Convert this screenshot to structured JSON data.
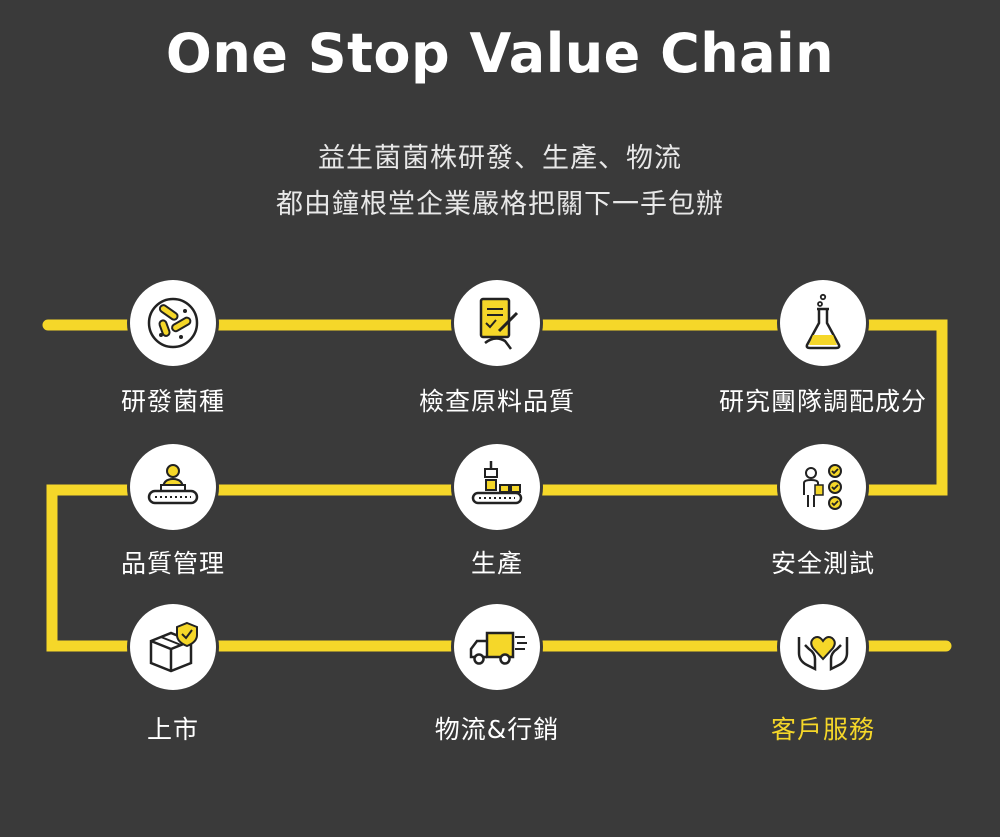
{
  "header": {
    "title": "One Stop Value Chain",
    "subtitle_line1": "益生菌菌株研發、生產、物流",
    "subtitle_line2": "都由鐘根堂企業嚴格把關下一手包辦"
  },
  "colors": {
    "background": "#3a3a3a",
    "accent": "#f5d729",
    "node_fill": "#ffffff",
    "text": "#ffffff"
  },
  "steps": [
    {
      "label": "研發菌種",
      "icon": "bacteria-icon"
    },
    {
      "label": "檢查原料品質",
      "icon": "document-check-icon"
    },
    {
      "label": "研究團隊調配成分",
      "icon": "flask-icon"
    },
    {
      "label": "品質管理",
      "icon": "worker-conveyor-icon"
    },
    {
      "label": "生產",
      "icon": "factory-conveyor-icon"
    },
    {
      "label": "安全測試",
      "icon": "checklist-person-icon"
    },
    {
      "label": "上市",
      "icon": "box-shield-icon"
    },
    {
      "label": "物流&行銷",
      "icon": "delivery-truck-icon"
    },
    {
      "label": "客戶服務",
      "icon": "hands-heart-icon",
      "highlight": true
    }
  ]
}
